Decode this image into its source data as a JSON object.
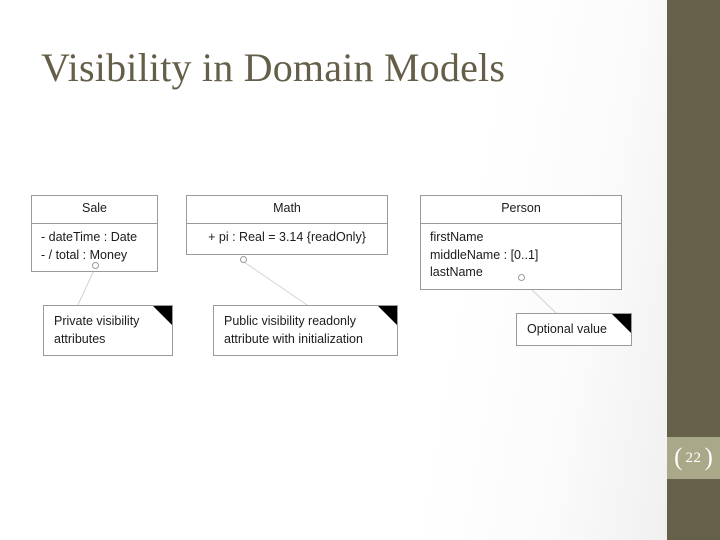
{
  "slide": {
    "title": "Visibility in Domain Models",
    "page_number": "22",
    "bracket_left": "(",
    "bracket_right": ")",
    "accent_color": "#665f4a",
    "badge_color": "#a9a98a",
    "title_color": "#655e49"
  },
  "diagram": {
    "classes": [
      {
        "id": "sale",
        "name": "Sale",
        "align": "left",
        "attributes": [
          "- dateTime : Date",
          "- / total : Money"
        ]
      },
      {
        "id": "math",
        "name": "Math",
        "align": "center",
        "attributes": [
          "+ pi : Real = 3.14 {readOnly}"
        ]
      },
      {
        "id": "person",
        "name": "Person",
        "align": "left",
        "attributes": [
          "firstName",
          "middleName : [0..1]",
          "lastName"
        ]
      }
    ],
    "notes": [
      {
        "id": "private",
        "lines": [
          "Private visibility",
          "attributes"
        ]
      },
      {
        "id": "public",
        "lines": [
          "Public visibility readonly",
          "attribute with initialization"
        ]
      },
      {
        "id": "optional",
        "lines": [
          "Optional value"
        ]
      }
    ]
  }
}
